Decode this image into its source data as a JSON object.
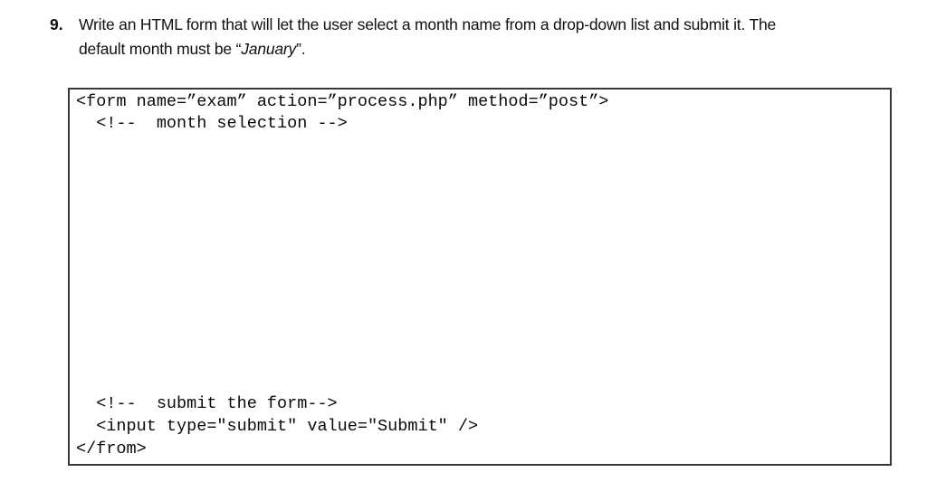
{
  "question": {
    "number": "9.",
    "line1": "Write an HTML form that will let the user select a month name from a drop-down list and submit it. The",
    "line2_prefix": "default month must be “",
    "line2_italic": "January",
    "line2_suffix": "”."
  },
  "code_box": {
    "top_lines": [
      "<form name=”exam” action=”process.php” method=”post”>",
      "  <!--  month selection -->"
    ],
    "bottom_lines": [
      "  <!--  submit the form-->",
      "  <input type=\"submit\" value=\"Submit\" />",
      "</from>"
    ]
  }
}
